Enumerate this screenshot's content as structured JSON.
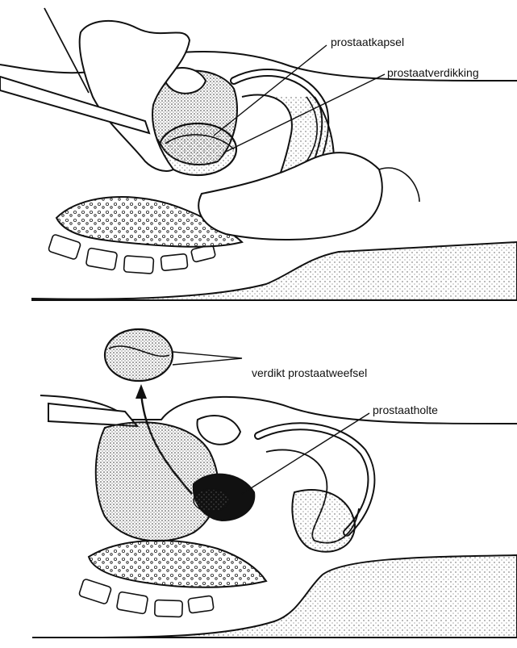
{
  "labels": {
    "top": {
      "prostate_capsule": "prostaatkapsel",
      "prostate_thickening": "prostaatverdikking"
    },
    "bottom": {
      "thickened_tissue": "verdikt prostaatweefsel",
      "prostate_cavity": "prostaatholte"
    }
  },
  "colors": {
    "ink": "#111111",
    "stipple": "#555555",
    "paper": "#ffffff"
  }
}
